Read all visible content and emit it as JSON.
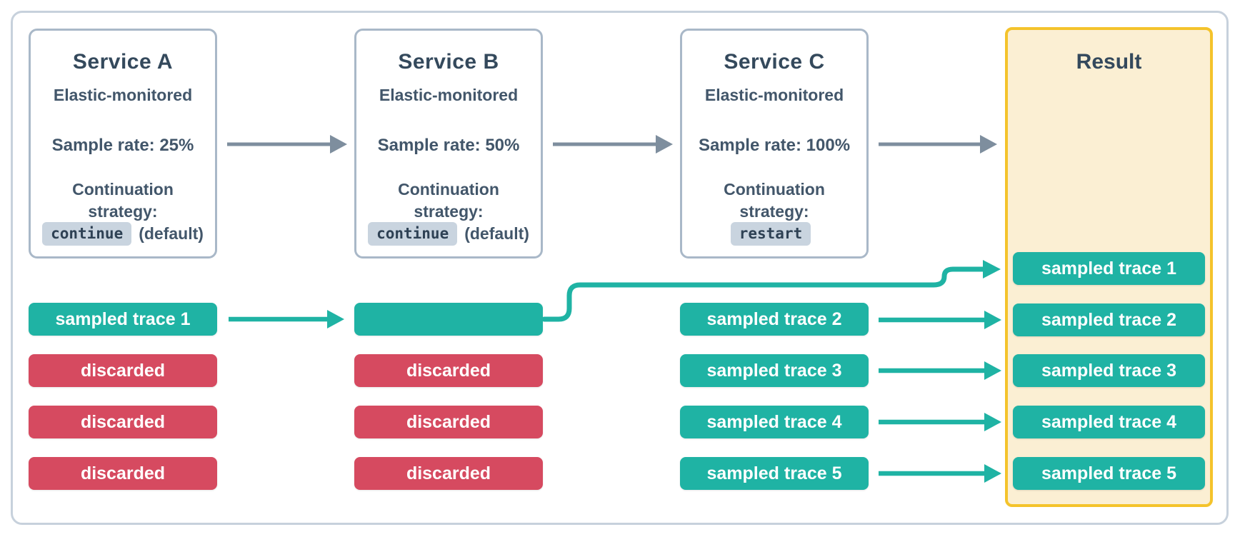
{
  "services": [
    {
      "name": "Service A",
      "monitoring": "Elastic-monitored",
      "sample_rate": "Sample rate: 25%",
      "continuation_line1": "Continuation",
      "continuation_line2": "strategy:",
      "strategy_chip": "continue",
      "strategy_suffix": "(default)"
    },
    {
      "name": "Service B",
      "monitoring": "Elastic-monitored",
      "sample_rate": "Sample rate: 50%",
      "continuation_line1": "Continuation",
      "continuation_line2": "strategy:",
      "strategy_chip": "continue",
      "strategy_suffix": "(default)"
    },
    {
      "name": "Service C",
      "monitoring": "Elastic-monitored",
      "sample_rate": "Sample rate: 100%",
      "continuation_line1": "Continuation",
      "continuation_line2": "strategy:",
      "strategy_chip": "restart",
      "strategy_suffix": ""
    }
  ],
  "trace_rows": [
    {
      "service_a": "sampled trace 1",
      "service_a_status": "sampled",
      "service_b": "",
      "service_b_status": "sampled",
      "service_c": "sampled trace 2",
      "service_c_status": "sampled"
    },
    {
      "service_a": "discarded",
      "service_a_status": "discarded",
      "service_b": "discarded",
      "service_b_status": "discarded",
      "service_c": "sampled trace 3",
      "service_c_status": "sampled"
    },
    {
      "service_a": "discarded",
      "service_a_status": "discarded",
      "service_b": "discarded",
      "service_b_status": "discarded",
      "service_c": "sampled trace 4",
      "service_c_status": "sampled"
    },
    {
      "service_a": "discarded",
      "service_a_status": "discarded",
      "service_b": "discarded",
      "service_b_status": "discarded",
      "service_c": "sampled trace 5",
      "service_c_status": "sampled"
    }
  ],
  "result": {
    "title": "Result",
    "rows": [
      "sampled trace 1",
      "sampled trace 2",
      "sampled trace 3",
      "sampled trace 4",
      "sampled trace 5"
    ]
  },
  "edges": [
    {
      "from": "Service A",
      "to": "Service B",
      "style": "gray"
    },
    {
      "from": "Service B",
      "to": "Service C",
      "style": "gray"
    },
    {
      "from": "Service C",
      "to": "Result",
      "style": "gray"
    },
    {
      "from": "sampled trace 1 (Service A)",
      "to": "Service B row 1",
      "style": "teal"
    },
    {
      "from": "Service B row 1",
      "to": "Result: sampled trace 1",
      "style": "teal-curve"
    },
    {
      "from": "sampled trace 2 (Service C)",
      "to": "Result: sampled trace 2",
      "style": "teal"
    },
    {
      "from": "sampled trace 3 (Service C)",
      "to": "Result: sampled trace 3",
      "style": "teal"
    },
    {
      "from": "sampled trace 4 (Service C)",
      "to": "Result: sampled trace 4",
      "style": "teal"
    },
    {
      "from": "sampled trace 5 (Service C)",
      "to": "Result: sampled trace 5",
      "style": "teal"
    }
  ],
  "colors": {
    "sampled": "#1FB3A4",
    "discarded": "#D64A60",
    "service_border": "#A9B8C8",
    "outer_border": "#C7D1DC",
    "result_border": "#F4C32B",
    "result_fill": "#FBEFD3",
    "chip_bg": "#C9D4DF",
    "text_dark": "#34495C",
    "text_body": "#42566A",
    "arrow_gray": "#7E8E9E",
    "row_text": "#FFFFFF"
  }
}
